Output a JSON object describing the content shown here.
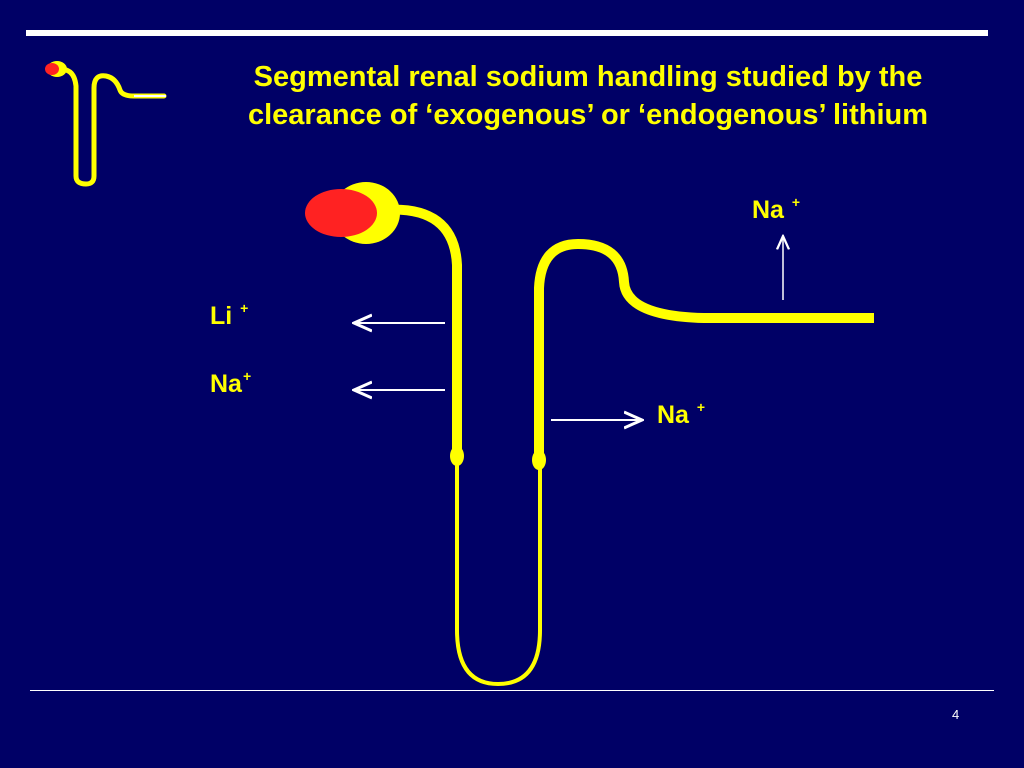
{
  "title": {
    "line1": "Segmental renal sodium handling studied by the",
    "line2": "clearance of ‘exogenous’ or ‘endogenous’ lithium"
  },
  "labels": {
    "li_left": {
      "ion": "Li",
      "charge": "+"
    },
    "na_left": {
      "ion": "Na",
      "charge": "+"
    },
    "na_right": {
      "ion": "Na",
      "charge": "+"
    },
    "na_top": {
      "ion": "Na",
      "charge": "+"
    }
  },
  "page_number": "4",
  "colors": {
    "background": "#000066",
    "tubule": "#ffff00",
    "glomerulus": "#ff2222",
    "text": "#ffff00",
    "rule": "#ffffff"
  }
}
